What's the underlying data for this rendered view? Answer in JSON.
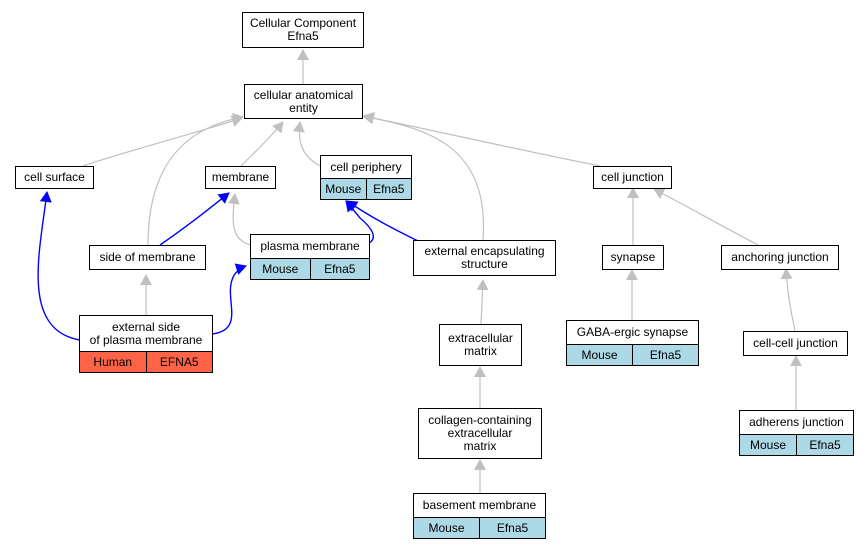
{
  "colors": {
    "gray_edge": "#c0c0c0",
    "blue_edge": "#0000ff",
    "mouse_fill": "#add8e6",
    "human_fill": "#ff6347"
  },
  "nodes": {
    "root": {
      "label": "Cellular Component\nEfna5"
    },
    "cae": {
      "label": "cellular anatomical\nentity"
    },
    "cell_surface": {
      "label": "cell surface"
    },
    "membrane": {
      "label": "membrane"
    },
    "cell_periphery": {
      "label": "cell periphery",
      "species": "Mouse",
      "gene": "Efna5"
    },
    "cell_junction": {
      "label": "cell junction"
    },
    "side_of_membrane": {
      "label": "side of membrane"
    },
    "plasma_membrane": {
      "label": "plasma membrane",
      "species": "Mouse",
      "gene": "Efna5"
    },
    "external_encapsulating": {
      "label": "external encapsulating\nstructure"
    },
    "synapse": {
      "label": "synapse"
    },
    "anchoring_junction": {
      "label": "anchoring junction"
    },
    "external_side": {
      "label": "external side\nof plasma membrane",
      "species": "Human",
      "gene": "EFNA5"
    },
    "extracellular_matrix": {
      "label": "extracellular\nmatrix"
    },
    "gaba_synapse": {
      "label": "GABA-ergic synapse",
      "species": "Mouse",
      "gene": "Efna5"
    },
    "cell_cell_junction": {
      "label": "cell-cell junction"
    },
    "collagen_ecm": {
      "label": "collagen-containing\nextracellular\nmatrix"
    },
    "adherens_junction": {
      "label": "adherens junction",
      "species": "Mouse",
      "gene": "Efna5"
    },
    "basement_membrane": {
      "label": "basement membrane",
      "species": "Mouse",
      "gene": "Efna5"
    }
  }
}
